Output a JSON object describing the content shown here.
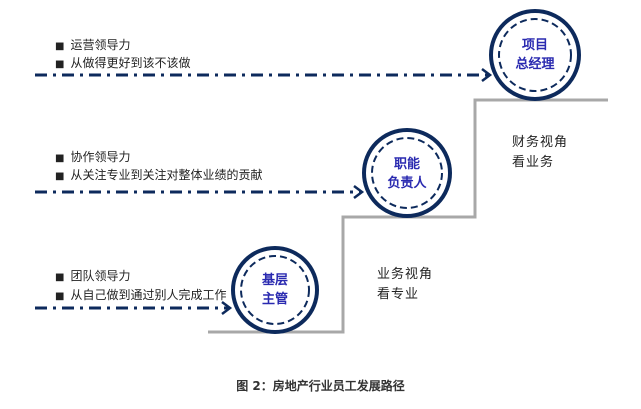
{
  "levels": [
    {
      "role_line1": "基层",
      "role_line2": "主管",
      "bullets": [
        "团队领导力",
        "从自己做到通过别人完成工作"
      ]
    },
    {
      "role_line1": "职能",
      "role_line2": "负责人",
      "bullets": [
        "协作领导力",
        "从关注专业到关注对整体业绩的贡献"
      ]
    },
    {
      "role_line1": "项目",
      "role_line2": "总经理",
      "bullets": [
        "运营领导力",
        "从做得更好到该不该做"
      ]
    }
  ],
  "views": [
    {
      "line1": "业务视角",
      "line2": "看专业"
    },
    {
      "line1": "财务视角",
      "line2": "看业务"
    }
  ],
  "caption": "图 2：房地产行业员工发展路径",
  "colors": {
    "navy": "#0d2a5c",
    "step": "#a8a8a8",
    "role_text": "#2a2ab0"
  }
}
